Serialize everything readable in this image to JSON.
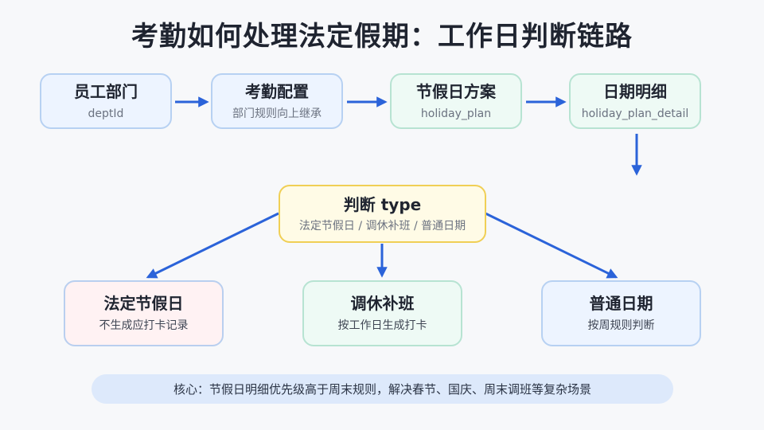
{
  "title": "考勤如何处理法定假期：工作日判断链路",
  "flow": [
    {
      "main": "员工部门",
      "sub": "deptId"
    },
    {
      "main": "考勤配置",
      "sub": "部门规则向上继承"
    },
    {
      "main": "节假日方案",
      "sub": "holiday_plan"
    },
    {
      "main": "日期明细",
      "sub": "holiday_plan_detail"
    }
  ],
  "decision": {
    "main": "判断 type",
    "sub": "法定节假日 / 调休补班 / 普通日期"
  },
  "outcomes": [
    {
      "main": "法定节假日",
      "sub": "不生成应打卡记录"
    },
    {
      "main": "调休补班",
      "sub": "按工作日生成打卡"
    },
    {
      "main": "普通日期",
      "sub": "按周规则判断"
    }
  ],
  "footer": "核心：节假日明细优先级高于周末规则，解决春节、国庆、周末调班等复杂场景",
  "colors": {
    "arrow": "#2b63d9",
    "title": "#1f2430"
  }
}
